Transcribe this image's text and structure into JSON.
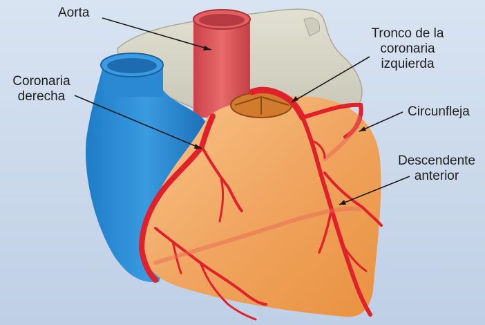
{
  "diagram": {
    "labels": {
      "aorta": "Aorta",
      "tronco_line1": "Tronco de la",
      "tronco_line2": "coronaria",
      "tronco_line3": "izquierda",
      "coronaria_derecha_line1": "Coronaria",
      "coronaria_derecha_line2": "derecha",
      "circunfleja": "Circunfleja",
      "descendente_line1": "Descendente",
      "descendente_line2": "anterior"
    },
    "colors": {
      "background": "#cfdcee",
      "heart": "#f2a65c",
      "artery": "#e0202a",
      "right_heart": "#2f8fd8",
      "aorta": "#de5a5a",
      "back_vessels": "#d8d6c8"
    }
  }
}
